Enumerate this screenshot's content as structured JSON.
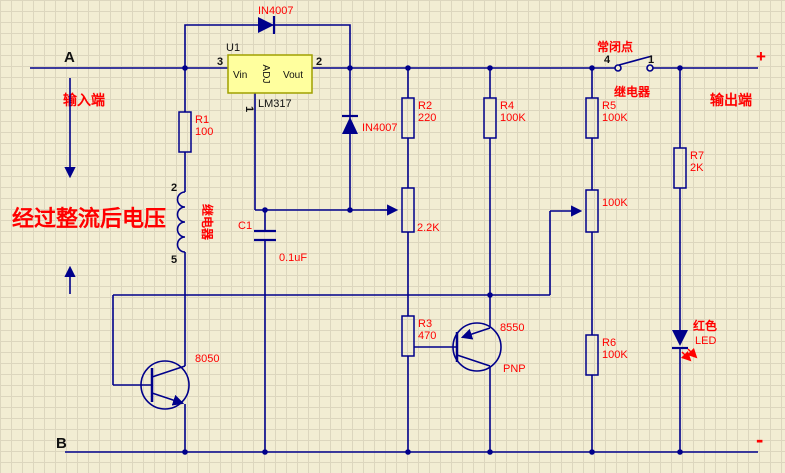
{
  "app": {
    "type": "circuit-schematic"
  },
  "colors": {
    "background": "#F2EDD3",
    "grid": "#DCD6BE",
    "wire": "#00008B",
    "label_red": "#FF0000",
    "label_black": "#111111",
    "ic_fill": "#FFFF9E",
    "ic_border": "#A0A000"
  },
  "annotations": {
    "node_a": "A",
    "node_b": "B",
    "output_plus": "+",
    "output_minus": "-",
    "input_terminal": "输入端",
    "output_terminal": "输出端",
    "rectified_voltage": "经过整流后电压"
  },
  "components": {
    "d1": {
      "name": "IN4007"
    },
    "d2": {
      "name": "IN4007"
    },
    "u1": {
      "ref": "U1",
      "part": "LM317",
      "pin_vin": "Vin",
      "pin_adj": "ADJ",
      "pin_vout": "Vout",
      "pin3": "3",
      "pin2": "2",
      "pin1": "1"
    },
    "r1": {
      "ref": "R1",
      "value": "100"
    },
    "r2": {
      "ref": "R2",
      "value": "220"
    },
    "r3": {
      "ref": "R3",
      "value": "470"
    },
    "r4": {
      "ref": "R4",
      "value": "100K"
    },
    "r5": {
      "ref": "R5",
      "value": "100K"
    },
    "r6": {
      "ref": "R6",
      "value": "100K"
    },
    "r7": {
      "ref": "R7",
      "value": "2K"
    },
    "rp1": {
      "value": "2.2K"
    },
    "rp2": {
      "value": "100K"
    },
    "c1": {
      "ref": "C1",
      "value": "0.1uF"
    },
    "q1": {
      "value": "8050"
    },
    "q2": {
      "value": "8550",
      "type": "PNP"
    },
    "led1": {
      "color": "红色",
      "label": "LED"
    },
    "relay_coil": {
      "label": "继电器",
      "pin_top": "2",
      "pin_bottom": "5"
    },
    "relay_contact": {
      "label": "常闭点",
      "sublabel": "继电器",
      "pin_left": "4",
      "pin_right": "1"
    }
  }
}
